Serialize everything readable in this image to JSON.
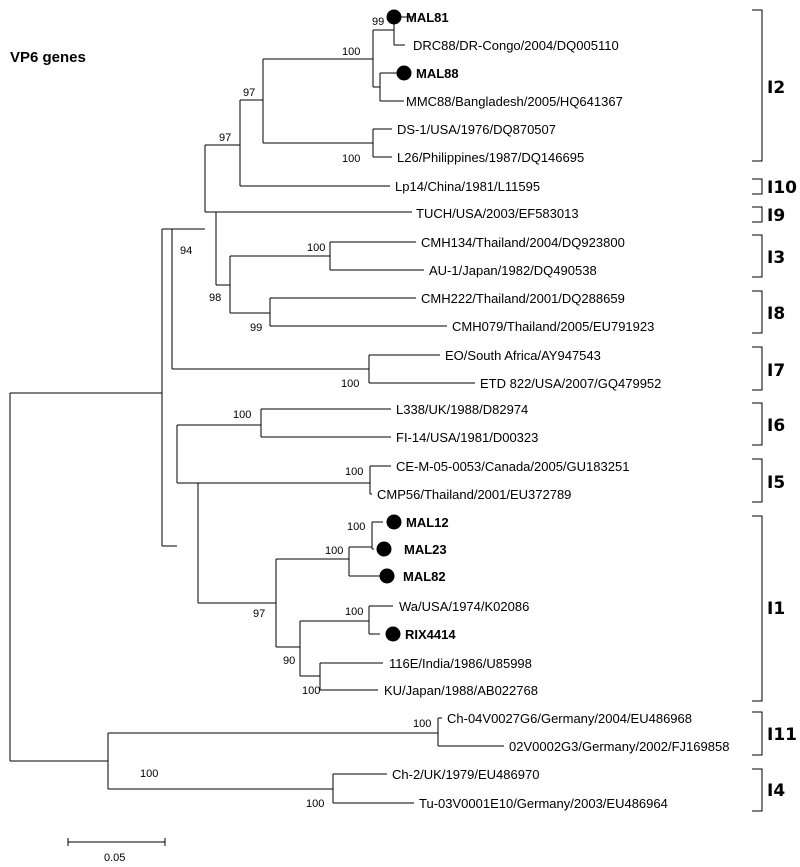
{
  "title": "VP6 genes",
  "leaves": [
    {
      "label": "MAL81",
      "marked": true
    },
    {
      "label": "DRC88/DR-Congo/2004/DQ005110",
      "marked": false
    },
    {
      "label": "MAL88",
      "marked": true
    },
    {
      "label": "MMC88/Bangladesh/2005/HQ641367",
      "marked": false
    },
    {
      "label": "DS-1/USA/1976/DQ870507",
      "marked": false
    },
    {
      "label": "L26/Philippines/1987/DQ146695",
      "marked": false
    },
    {
      "label": "Lp14/China/1981/L11595",
      "marked": false
    },
    {
      "label": "TUCH/USA/2003/EF583013",
      "marked": false
    },
    {
      "label": "CMH134/Thailand/2004/DQ923800",
      "marked": false
    },
    {
      "label": "AU-1/Japan/1982/DQ490538",
      "marked": false
    },
    {
      "label": "CMH222/Thailand/2001/DQ288659",
      "marked": false
    },
    {
      "label": "CMH079/Thailand/2005/EU791923",
      "marked": false
    },
    {
      "label": "EO/South Africa/AY947543",
      "marked": false
    },
    {
      "label": "ETD 822/USA/2007/GQ479952",
      "marked": false
    },
    {
      "label": "L338/UK/1988/D82974",
      "marked": false
    },
    {
      "label": "FI-14/USA/1981/D00323",
      "marked": false
    },
    {
      "label": "CE-M-05-0053/Canada/2005/GU183251",
      "marked": false
    },
    {
      "label": "CMP56/Thailand/2001/EU372789",
      "marked": false
    },
    {
      "label": "MAL12",
      "marked": true
    },
    {
      "label": "MAL23",
      "marked": true
    },
    {
      "label": "MAL82",
      "marked": true
    },
    {
      "label": "Wa/USA/1974/K02086",
      "marked": false
    },
    {
      "label": "RIX4414",
      "marked": true
    },
    {
      "label": "116E/India/1986/U85998",
      "marked": false
    },
    {
      "label": "KU/Japan/1988/AB022768",
      "marked": false
    },
    {
      "label": "Ch-04V0027G6/Germany/2004/EU486968",
      "marked": false
    },
    {
      "label": "02V0002G3/Germany/2002/FJ169858",
      "marked": false
    },
    {
      "label": "Ch-2/UK/1979/EU486970",
      "marked": false
    },
    {
      "label": "Tu-03V0001E10/Germany/2003/EU486964",
      "marked": false
    }
  ],
  "bootstrap": [
    "99",
    "100",
    "97",
    "100",
    "97",
    "94",
    "100",
    "98",
    "99",
    "100",
    "100",
    "100",
    "100",
    "100",
    "100",
    "97",
    "90",
    "100",
    "100",
    "100"
  ],
  "clades": [
    "I2",
    "I10",
    "I9",
    "I3",
    "I8",
    "I7",
    "I6",
    "I5",
    "I1",
    "I11",
    "I4"
  ],
  "scale_bar_label": "0.05"
}
